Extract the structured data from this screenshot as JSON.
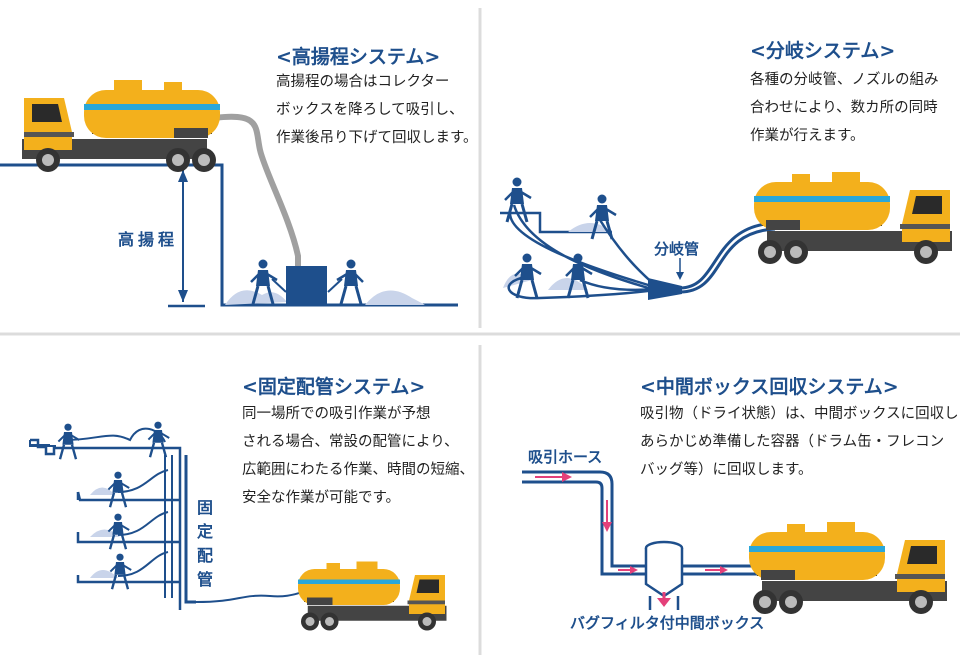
{
  "panels": {
    "high_lift": {
      "title": "<高揚程システム>",
      "lines": [
        "高揚程の場合はコレクター",
        "ボックスを降ろして吸引し、",
        "作業後吊り下げて回収します。"
      ],
      "label": "高揚程"
    },
    "branch": {
      "title": "<分岐システム>",
      "lines": [
        "各種の分岐管、ノズルの組み",
        "合わせにより、数カ所の同時",
        "作業が行えます。"
      ],
      "label": "分岐管"
    },
    "fixed_pipe": {
      "title": "<固定配管システム>",
      "lines": [
        "同一場所での吸引作業が予想",
        "される場合、常設の配管により、",
        "広範囲にわたる作業、時間の短縮、",
        "安全な作業が可能です。"
      ],
      "label": "固定配管"
    },
    "mid_box": {
      "title": "<中間ボックス回収システム>",
      "lines": [
        "吸引物（ドライ状態）は、中間ボックスに回収し",
        "あらかじめ準備した容器（ドラム缶・フレコン",
        "バッグ等）に回収します。"
      ],
      "hose_label": "吸引ホース",
      "box_label": "バグフィルタ付中間ボックス"
    }
  },
  "colors": {
    "pipe_blue": "#1e4f8c",
    "truck_yellow": "#f3b01c",
    "truck_band": "#2aa7d8",
    "hose_gray": "#9a9a9a",
    "debris": "#c9d4ea",
    "arrow_red": "#e4407a",
    "divider": "#dcdcdc"
  }
}
